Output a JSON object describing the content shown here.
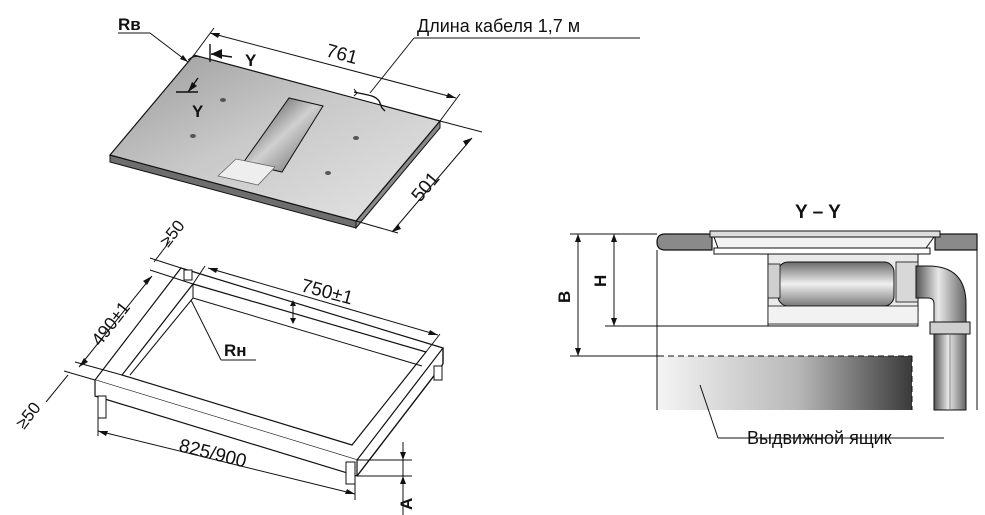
{
  "labels": {
    "cable_length": "Длина кабеля 1,7 м",
    "rv": "Rв",
    "rn": "Rн",
    "section_y_top": "Y",
    "section_y_side": "Y",
    "section_title": "Y – Y",
    "drawer": "Выдвижной ящик",
    "dim_b": "B",
    "dim_h": "H",
    "dim_a": "A"
  },
  "dimensions": {
    "hob_length": "761",
    "hob_width": "501",
    "cutout_length": "750±1",
    "cutout_width": "490±1",
    "clearance_back": "≥50",
    "clearance_front": "≥50",
    "worktop_width": "825/900"
  }
}
